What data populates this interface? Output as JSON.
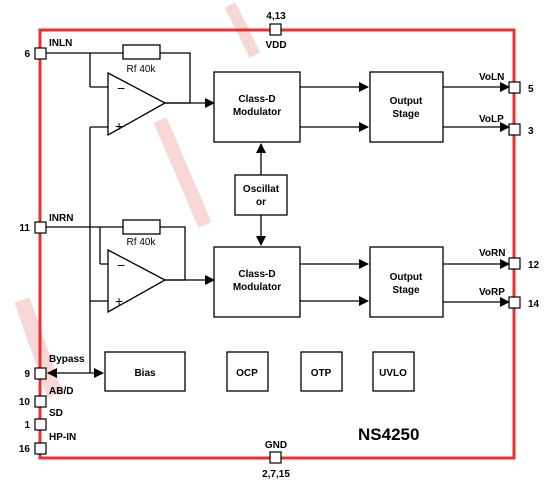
{
  "title": "NS4250",
  "colors": {
    "border": "#e8322e",
    "line": "#000000",
    "watermark": "#f2b6b6"
  },
  "pins": {
    "vdd": {
      "number": "4,13",
      "name": "VDD"
    },
    "gnd": {
      "number": "2,7,15",
      "name": "GND"
    },
    "inln": {
      "number": "6",
      "name": "INLN"
    },
    "inrn": {
      "number": "11",
      "name": "INRN"
    },
    "bypass": {
      "number": "9",
      "name": "Bypass"
    },
    "abd": {
      "number": "10",
      "name": "AB/D"
    },
    "sd": {
      "number": "1",
      "name": "SD"
    },
    "hpin": {
      "number": "16",
      "name": "HP-IN"
    },
    "voln": {
      "number": "5",
      "name": "VoLN"
    },
    "volp": {
      "number": "3",
      "name": "VoLP"
    },
    "vorn": {
      "number": "12",
      "name": "VoRN"
    },
    "vorp": {
      "number": "14",
      "name": "VoRP"
    }
  },
  "blocks": {
    "class_d_line1": "Class-D",
    "class_d_line2": "Modulator",
    "output_line1": "Output",
    "output_line2": "Stage",
    "osc_line1": "Oscillat",
    "osc_line2": "or",
    "bias": "Bias",
    "ocp": "OCP",
    "otp": "OTP",
    "uvlo": "UVLO"
  },
  "feedback_resistor": "Rf  40k",
  "opamp": {
    "minus": "−",
    "plus": "+"
  }
}
